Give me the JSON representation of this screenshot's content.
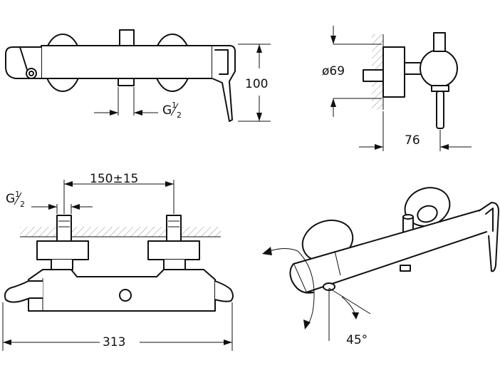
{
  "dimensions": {
    "height_top_view": "100",
    "diameter_rosette": "ø69",
    "depth_side_view": "76",
    "inlet_spacing": "150±15",
    "total_width": "313",
    "spout_angle": "45°"
  },
  "threads": {
    "top_view": {
      "main": "G",
      "numerator": "1",
      "denominator": "2"
    },
    "front_view": {
      "main": "G",
      "numerator": "1",
      "denominator": "2"
    }
  }
}
